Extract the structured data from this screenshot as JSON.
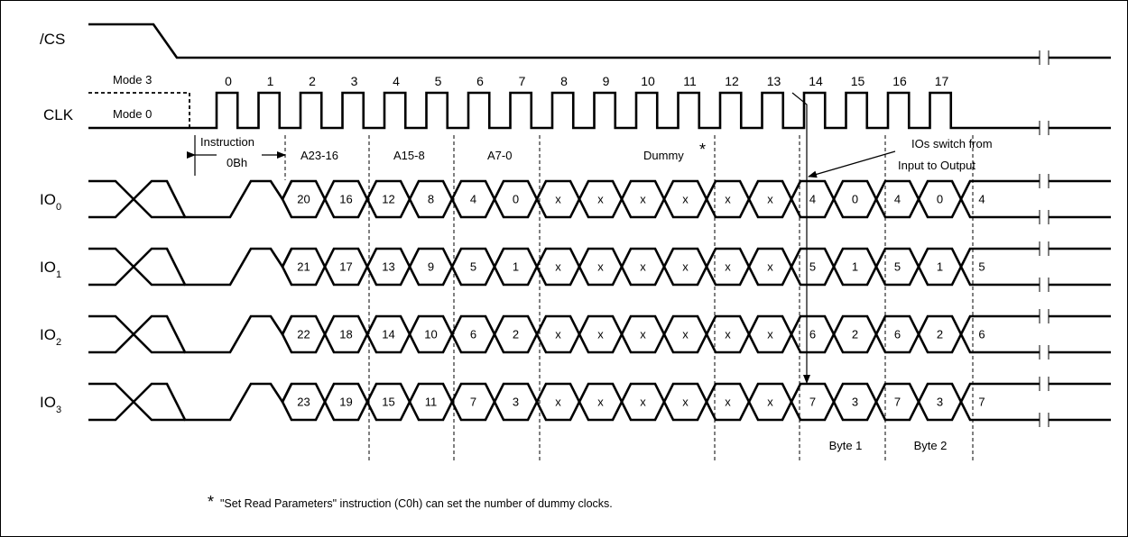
{
  "signals": {
    "cs": "/CS",
    "clk": "CLK",
    "io": [
      {
        "main": "IO",
        "sub": "0"
      },
      {
        "main": "IO",
        "sub": "1"
      },
      {
        "main": "IO",
        "sub": "2"
      },
      {
        "main": "IO",
        "sub": "3"
      }
    ]
  },
  "modes": {
    "mode3": "Mode 3",
    "mode0": "Mode 0"
  },
  "clock_numbers": [
    "0",
    "1",
    "2",
    "3",
    "4",
    "5",
    "6",
    "7",
    "8",
    "9",
    "10",
    "11",
    "12",
    "13",
    "14",
    "15",
    "16",
    "17"
  ],
  "phases": {
    "instruction": "Instruction",
    "instruction_code": "0Bh",
    "addr_hi": "A23-16",
    "addr_mid": "A15-8",
    "addr_lo": "A7-0",
    "dummy": "Dummy",
    "dummy_mark": "*"
  },
  "switch_note": {
    "line1": "IOs switch from",
    "line2": "Input to Output"
  },
  "io_cells": [
    [
      "20",
      "16",
      "12",
      "8",
      "4",
      "0",
      "x",
      "x",
      "x",
      "x",
      "x",
      "x",
      "4",
      "0",
      "4",
      "0",
      "4"
    ],
    [
      "21",
      "17",
      "13",
      "9",
      "5",
      "1",
      "x",
      "x",
      "x",
      "x",
      "x",
      "x",
      "5",
      "1",
      "5",
      "1",
      "5"
    ],
    [
      "22",
      "18",
      "14",
      "10",
      "6",
      "2",
      "x",
      "x",
      "x",
      "x",
      "x",
      "x",
      "6",
      "2",
      "6",
      "2",
      "6"
    ],
    [
      "23",
      "19",
      "15",
      "11",
      "7",
      "3",
      "x",
      "x",
      "x",
      "x",
      "x",
      "x",
      "7",
      "3",
      "7",
      "3",
      "7"
    ]
  ],
  "bytes": [
    "Byte 1",
    "Byte 2"
  ],
  "footnote": {
    "mark": "*",
    "text": "\"Set Read Parameters\" instruction (C0h) can set the number of dummy clocks."
  }
}
